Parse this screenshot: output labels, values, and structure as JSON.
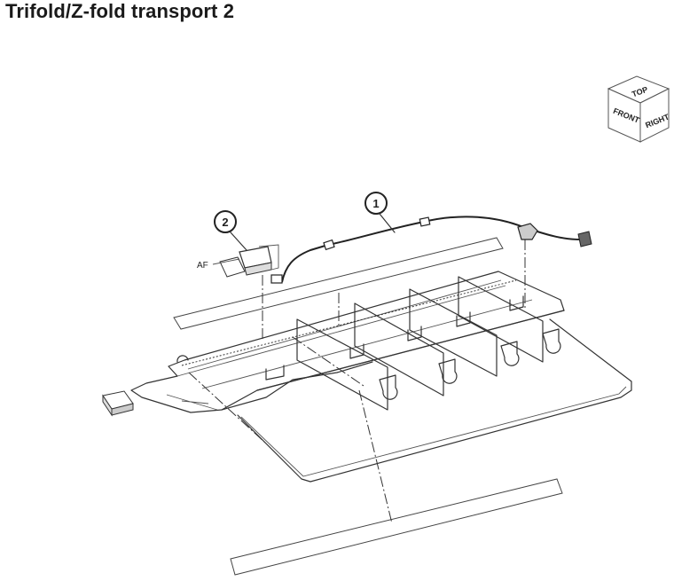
{
  "title": "Trifold/Z-fold transport 2",
  "callouts": [
    {
      "number": "1",
      "part": "wire-harness"
    },
    {
      "number": "2",
      "part": "sensor-bracket"
    }
  ],
  "part_label": "AF",
  "orientation_cube": {
    "top": "TOP",
    "front": "FRONT",
    "right": "RIGHT"
  }
}
